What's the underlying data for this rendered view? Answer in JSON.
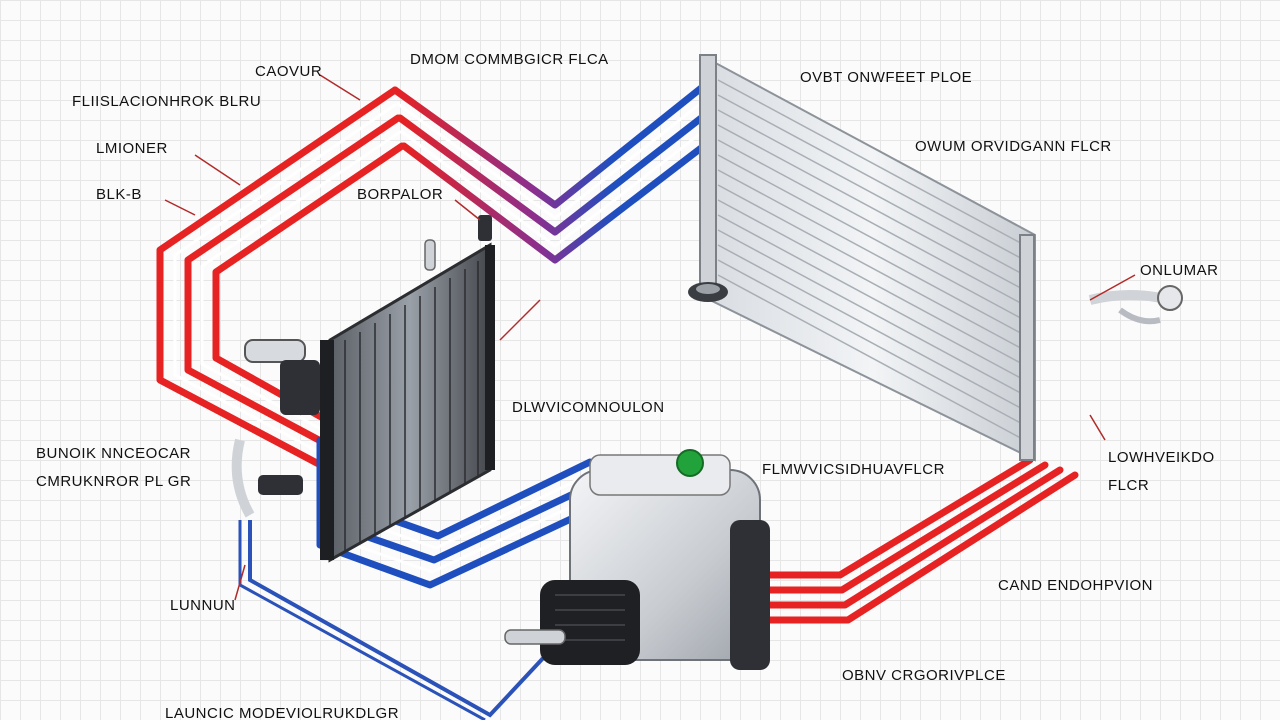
{
  "colors": {
    "hot_line": "#e62222",
    "cold_line": "#1f4fbf",
    "background_grid": "#e6e6e6",
    "background": "#fbfbfb",
    "cap_green": "#22a23a"
  },
  "labels": {
    "top_center": "DMOM COMMBGICR FLCA",
    "top_right": "OVBT ONWFEET PLOE",
    "caovur": "CAOVUR",
    "fluid_block": "FLIISLACIONHROK BLRU",
    "lmioner": "LMIONER",
    "blk": "BLK-B",
    "borpalor": "BORPALOR",
    "owum": "OWUM ORVIDGANN FLCR",
    "onlumar": "ONLUMAR",
    "center_mid": "DLWVICOMNOULON",
    "bunoik_1": "BUNOIK NNCEOCAR",
    "bunoik_2": "CMRUKNROR PL GR",
    "flwv": "FLMWVICSIDHUAVFLCR",
    "lowhveikdo_1": "LOWHVEIKDO",
    "lowhveikdo_2": "FLCR",
    "lunnun": "LUNNUN",
    "cand": "CAND ENDOHPVION",
    "bottom_right": "OBNV CRGORIVPLCE",
    "bottom_left": "LAUNCIC MODEVIOLRUKDLGR"
  },
  "icons": [
    "condenser-coil",
    "evaporator-core",
    "compressor",
    "expansion-valve",
    "fitting-connector"
  ]
}
